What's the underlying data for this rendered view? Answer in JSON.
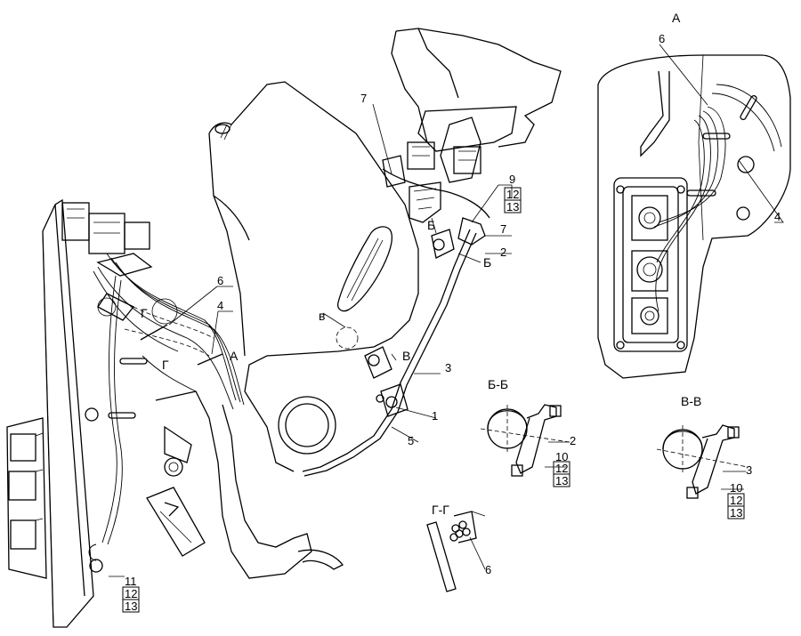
{
  "callouts": {
    "c7a": "7",
    "c9": "9",
    "c12a": "12",
    "c13a": "13",
    "c7b": "7",
    "c2a": "2",
    "c3a": "3",
    "c1": "1",
    "c5": "5",
    "c6a": "6",
    "c4a": "4",
    "c11": "11",
    "c12b": "12",
    "c13b": "13",
    "c6b": "6",
    "c4b": "4",
    "c2b": "2",
    "c10a": "10",
    "c12c": "12",
    "c13c": "13",
    "c3b": "3",
    "c10b": "10",
    "c12d": "12",
    "c13d": "13",
    "c6c": "6"
  },
  "sections": {
    "A_top": "А",
    "A_mark": "А",
    "B_mark1": "Б",
    "B_mark2": "Б",
    "BB_title": "Б-Б",
    "V_mark1": "в",
    "V_mark2": "В",
    "VV_title": "В-В",
    "G_mark1": "Г",
    "G_mark2": "Г",
    "GG_title": "Г-Г"
  }
}
